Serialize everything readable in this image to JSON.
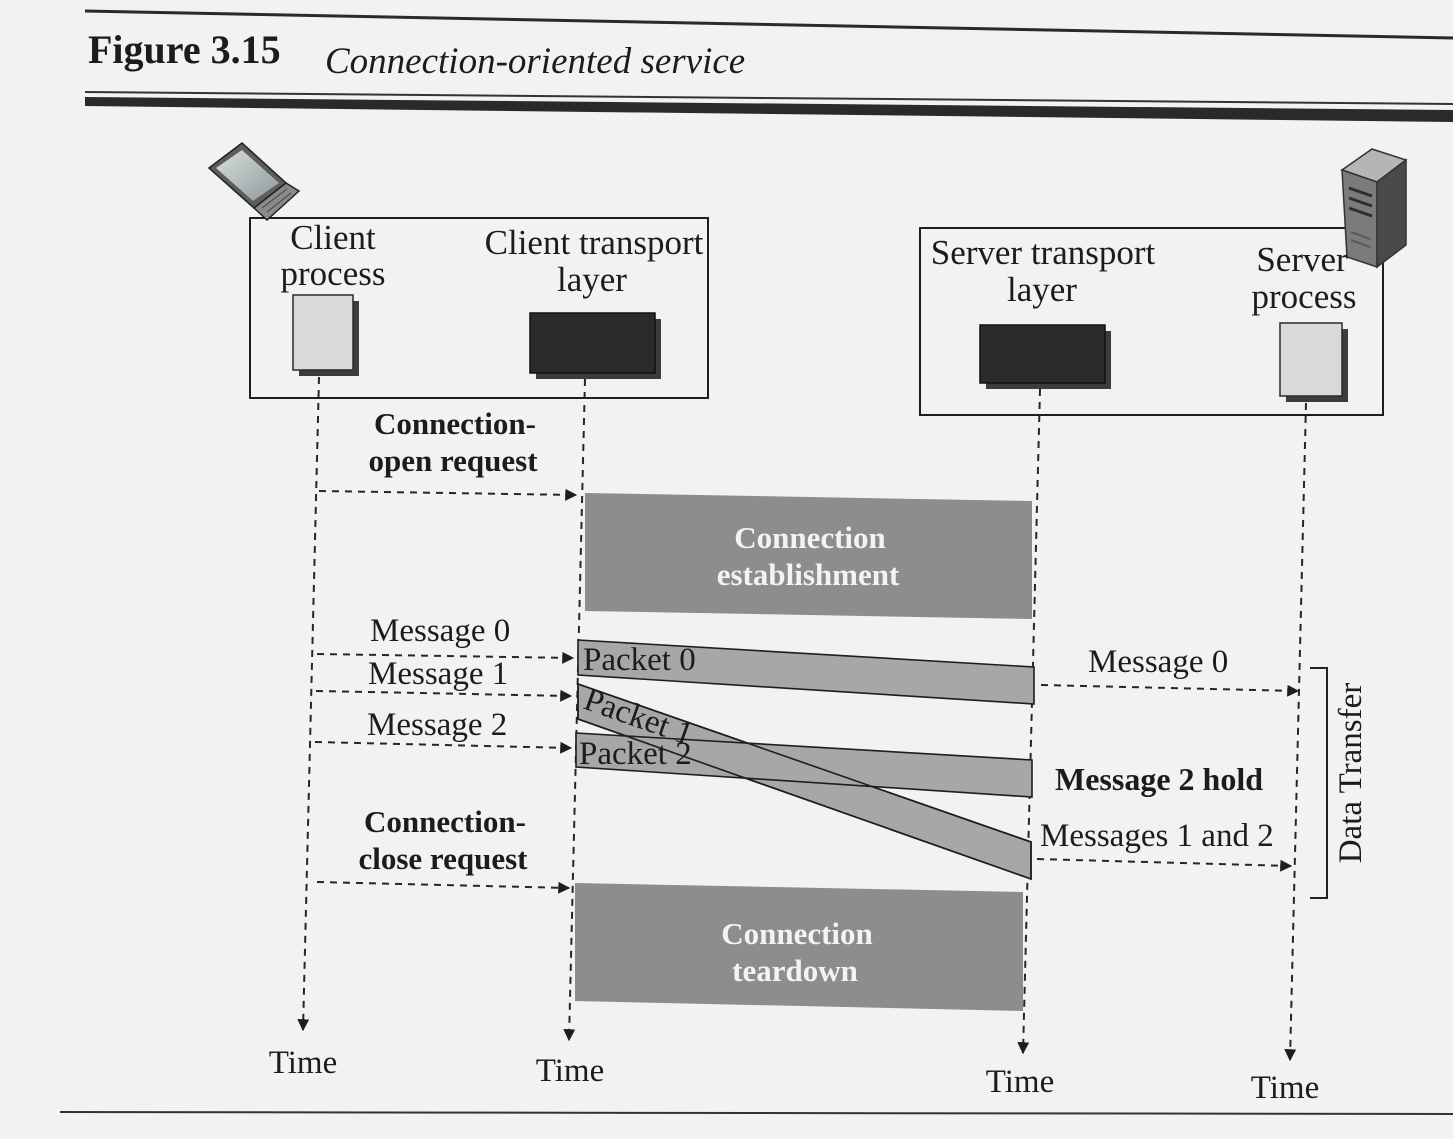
{
  "figure": {
    "number": "Figure 3.15",
    "caption": "Connection-oriented service"
  },
  "client": {
    "process_label": [
      "Client",
      "process"
    ],
    "transport_label": [
      "Client transport",
      "layer"
    ]
  },
  "server": {
    "transport_label": [
      "Server transport",
      "layer"
    ],
    "process_label": [
      "Server",
      "process"
    ]
  },
  "connection": {
    "open_request": [
      "Connection-",
      "open request"
    ],
    "establishment": [
      "Connection",
      "establishment"
    ],
    "close_request": [
      "Connection-",
      "close request"
    ],
    "teardown": [
      "Connection",
      "teardown"
    ]
  },
  "data_transfer": {
    "label": "Data Transfer",
    "client_messages": [
      "Message 0",
      "Message 1",
      "Message 2"
    ],
    "packets": [
      "Packet 0",
      "Packet 1",
      "Packet 2"
    ],
    "server_side": {
      "delivered_first": "Message 0",
      "hold": "Message 2 hold",
      "delivered_later": "Messages 1 and 2"
    }
  },
  "time_labels": [
    "Time",
    "Time",
    "Time",
    "Time"
  ],
  "icons": {
    "client_host": "laptop-icon",
    "server_host": "server-tower-icon"
  },
  "colors": {
    "background": "#f2f2f0",
    "phase_box": "#8d8d8d",
    "packet_band": "#a7a7a7",
    "transport_box": "#2b2b2b",
    "process_box": "#d9d9d9",
    "ink": "#1c1c1c"
  }
}
